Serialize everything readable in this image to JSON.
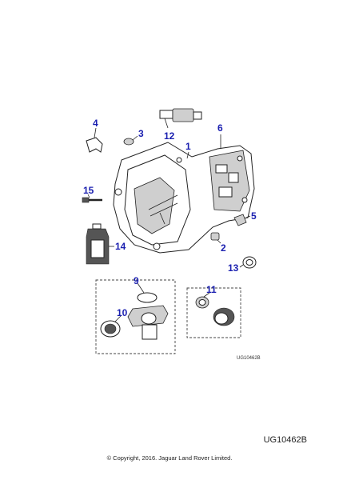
{
  "callouts": {
    "c1": "1",
    "c2": "2",
    "c3": "3",
    "c4": "4",
    "c5": "5",
    "c6": "6",
    "c9": "9",
    "c10": "10",
    "c11": "11",
    "c12": "12",
    "c13": "13",
    "c14": "14",
    "c15": "15"
  },
  "small_ref": "UG10462B",
  "diagram_code": "UG10462B",
  "copyright": "© Copyright, 2016. Jaguar Land Rover Limited.",
  "colors": {
    "callout": "#1a1fb0",
    "line": "#222222"
  }
}
